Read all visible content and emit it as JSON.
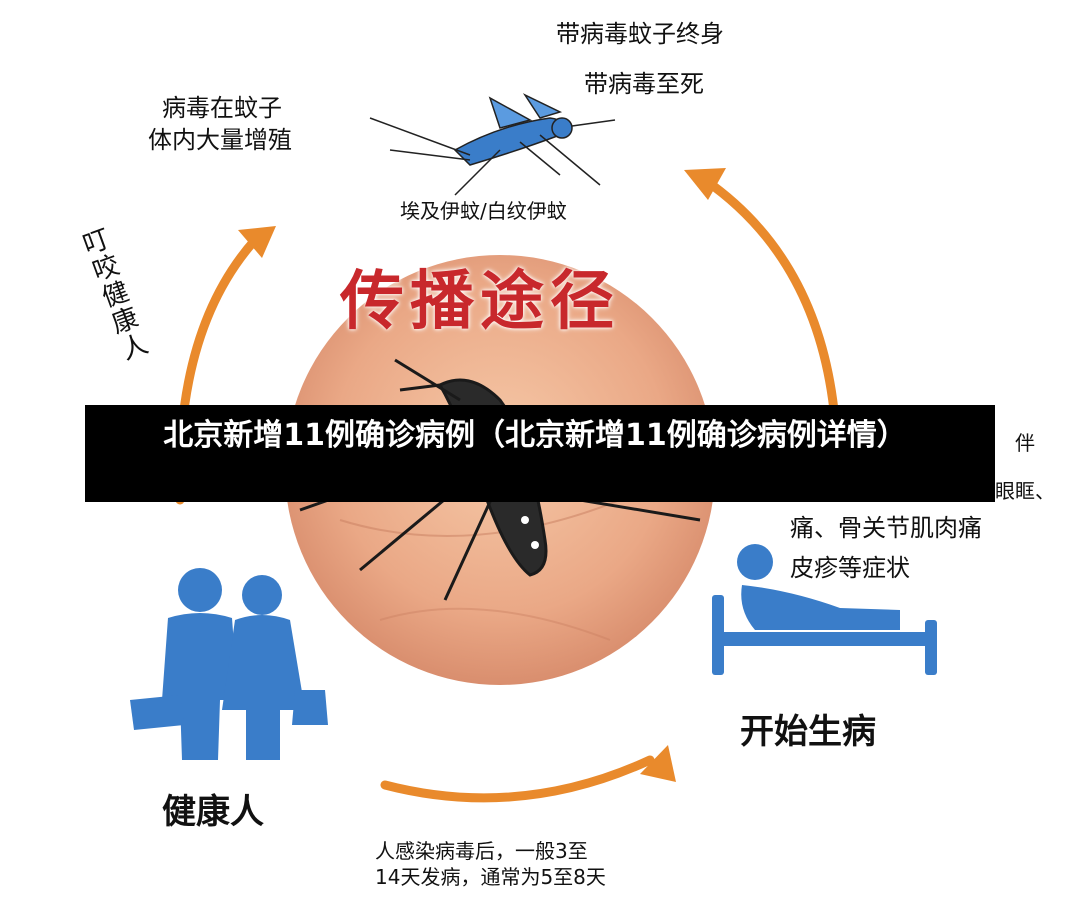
{
  "headline": "北京新增11例确诊病例（北京新增11例确诊病例详情）",
  "diagram": {
    "title": "传播途径",
    "lifelong_carrier": "带病毒蚊子终身",
    "carrier_until_death": "带病毒至死",
    "multiply_line1": "病毒在蚊子",
    "multiply_line2": "体内大量增殖",
    "species": "埃及伊蚊/白纹伊蚊",
    "bite": "叮咬健康人",
    "symptoms_line1": "伴",
    "symptoms_line2": "眼眶、",
    "symptoms_line3": "痛、骨关节肌肉痛",
    "symptoms_line4": "皮疹等症状",
    "sick": "开始生病",
    "healthy": "健康人",
    "incubation_line1": "人感染病毒后，一般3至",
    "incubation_line2": "14天发病，通常为5至8天"
  },
  "colors": {
    "arrow": "#e98a2c",
    "figure": "#3a7dc9",
    "title_red": "#c8282c",
    "banner": "#000000"
  },
  "icons": [
    "mosquito-icon",
    "biting-mosquito-icon",
    "healthy-people-icon",
    "sick-person-in-bed-icon"
  ]
}
